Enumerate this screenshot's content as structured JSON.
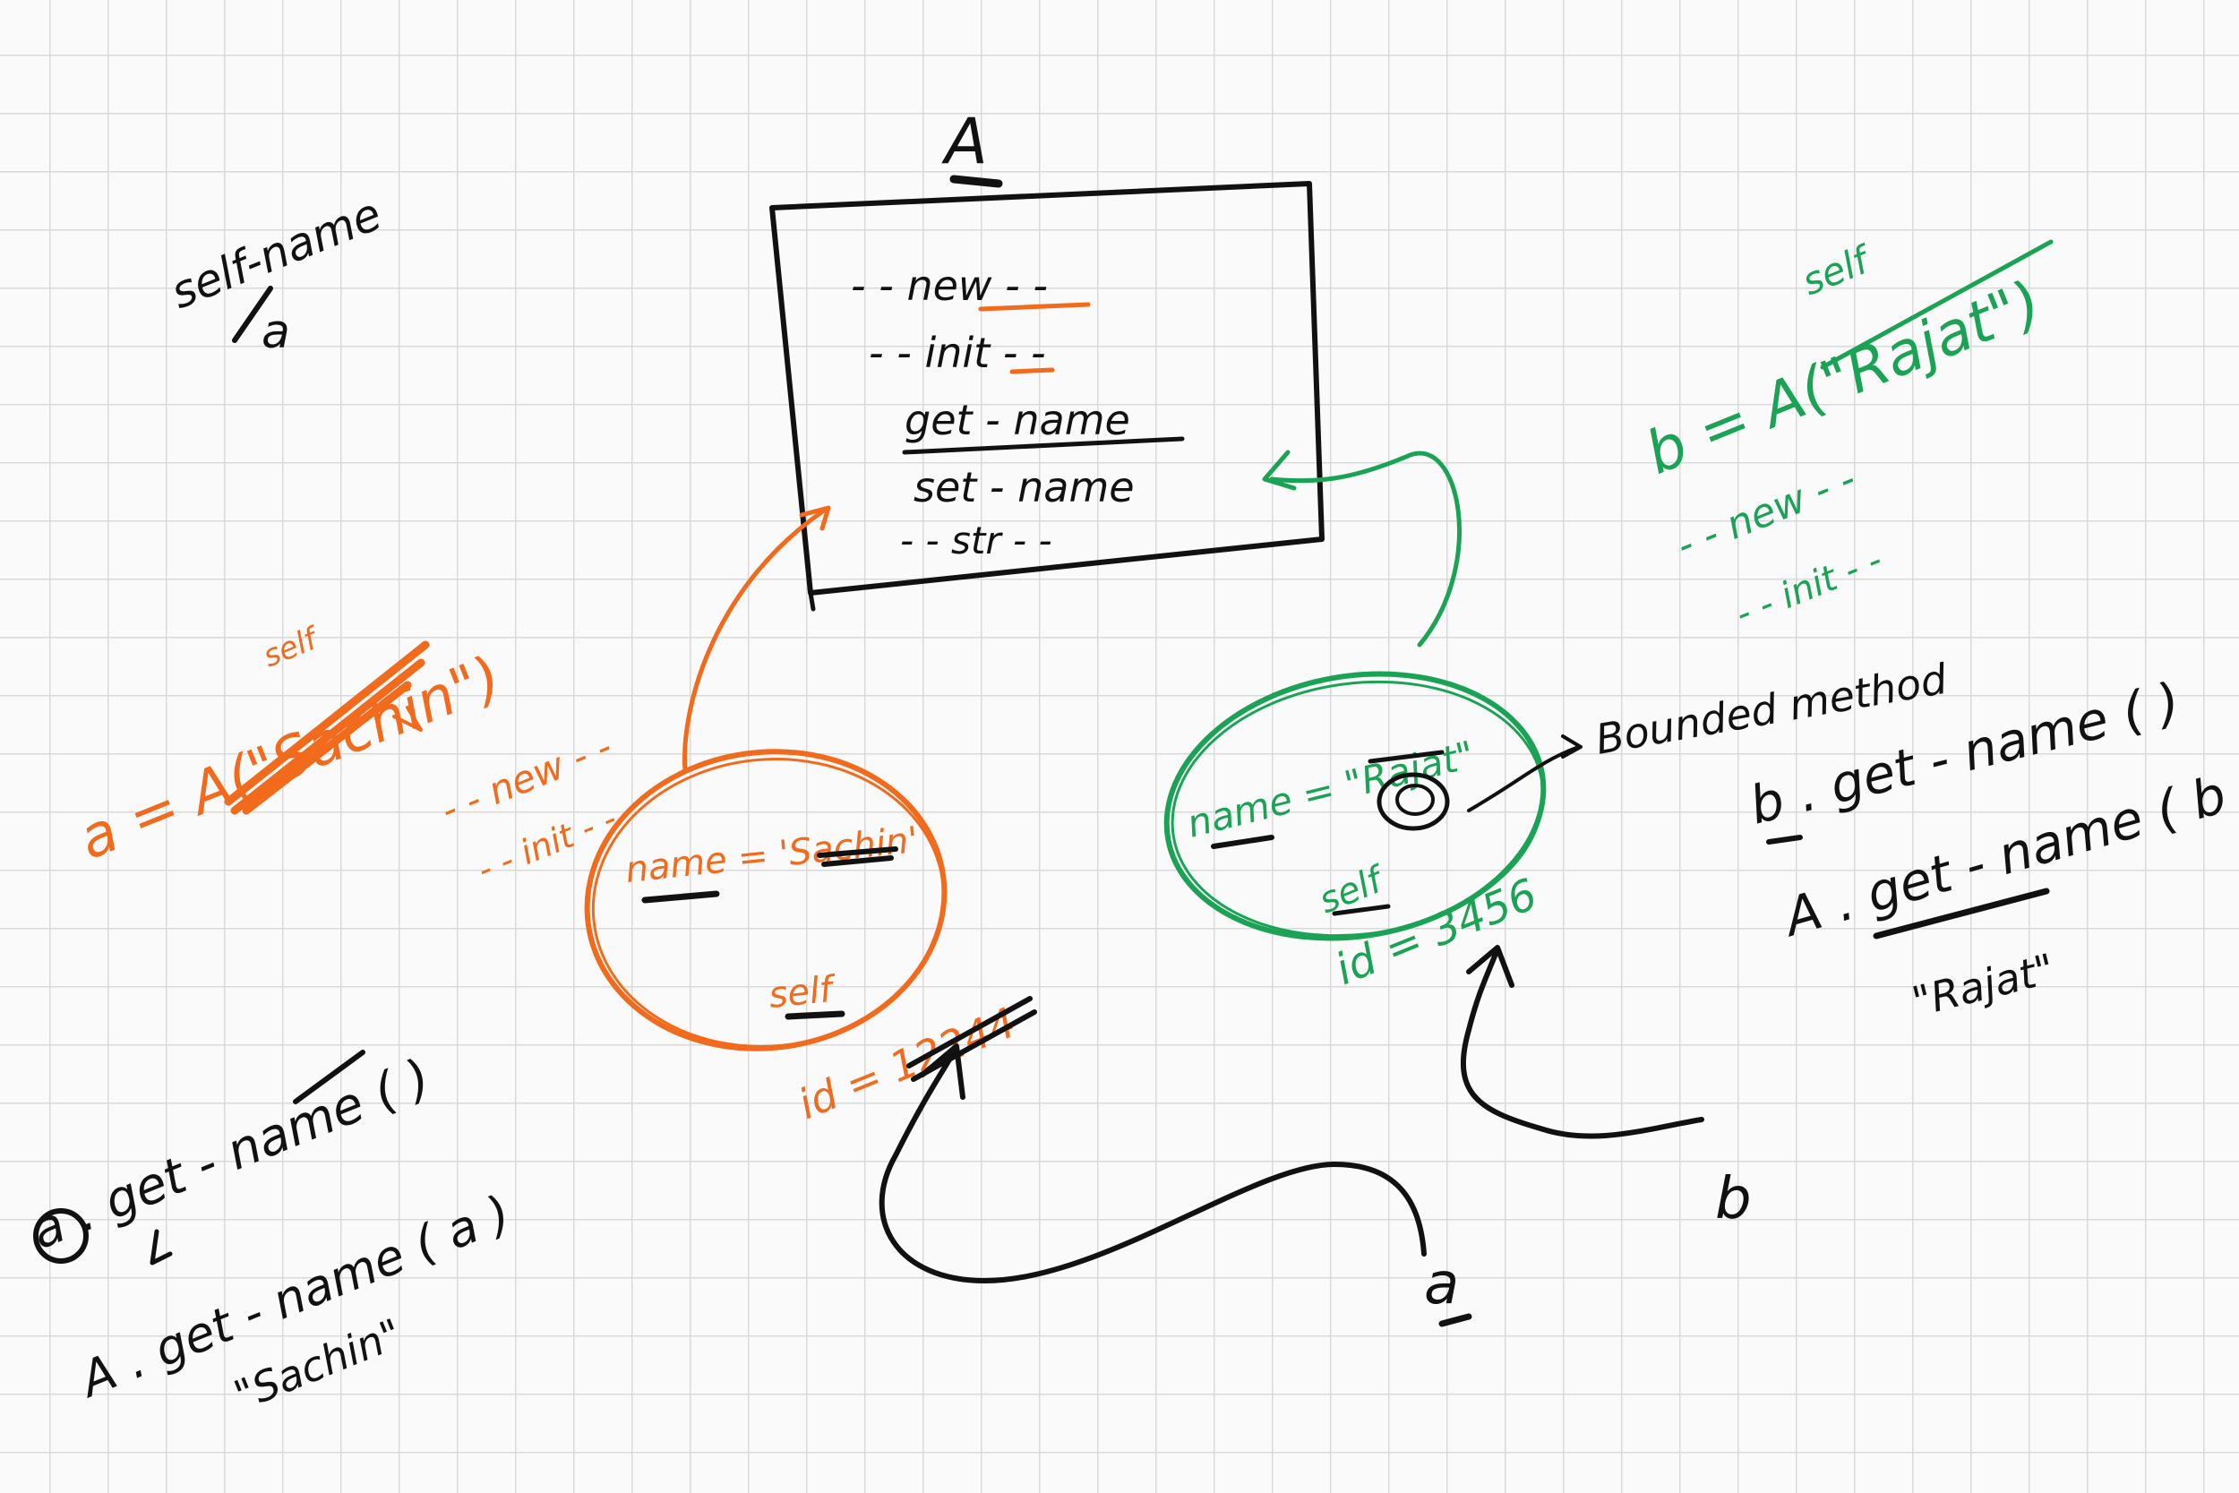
{
  "colors": {
    "ink": "#111111",
    "orange": "#f26b1d",
    "green": "#1ba355"
  },
  "notes": {
    "self_name": "self-name",
    "self_a": "a"
  },
  "class_box": {
    "title": "A",
    "members": [
      "- - new - -",
      "- - init - -",
      "get - name",
      "set - name",
      "- - str - -"
    ]
  },
  "object_a": {
    "constructor_call": "a = A(\"Sachin\")",
    "self_label": "self",
    "dunders": [
      "- - new - -",
      "- - init - -"
    ],
    "attribute": "name = 'Sachin'",
    "self_in_object": "self",
    "id": "id = 12244",
    "reference_label": "a"
  },
  "object_b": {
    "constructor_call": "b = A(\"Rajat\")",
    "self_label": "self",
    "dunders": [
      "- - new - -",
      "- - init - -"
    ],
    "attribute": "name = \"Rajat\"",
    "self_in_object": "self",
    "id": "id = 3456",
    "reference_label": "b"
  },
  "bound_method_label": "Bounded method",
  "calls_a": {
    "call1": "a . get - name ( )",
    "call2": "A . get - name ( a )",
    "result": "\"Sachin\""
  },
  "calls_b": {
    "call1": "b . get - name ( )",
    "call2": "A . get - name ( b )",
    "result": "\"Rajat\""
  }
}
